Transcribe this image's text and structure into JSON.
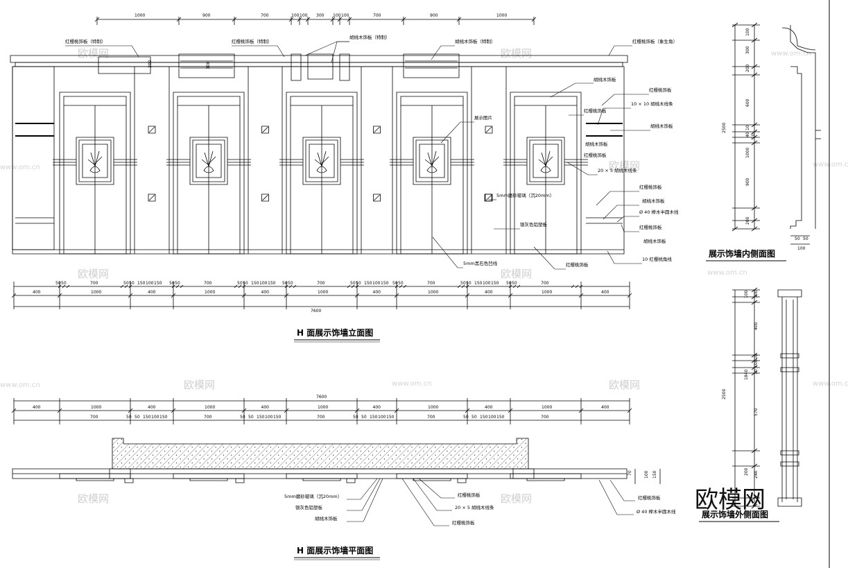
{
  "titles": {
    "elevation": "H 面展示饰墙立面图",
    "plan": "H 面展示饰墙平面图",
    "inner_side": "展示饰墙内侧面图",
    "outer_side": "展示饰墙外侧面图"
  },
  "elevation": {
    "top_dims": [
      "1000",
      "900",
      "700",
      "100",
      "100",
      "300",
      "100",
      "100",
      "700",
      "900",
      "1000"
    ],
    "cornice_dims": [
      "200",
      "300"
    ],
    "top_labels": {
      "left": "红樱桃饰板（特制）",
      "mid_left": "红樱桃饰板（特制）",
      "mid": "胡桃木饰板（特制）",
      "mid_right": "胡桃木饰板（特制）",
      "right": "红樱桃饰板（象生角）"
    },
    "right_labels": [
      "胡桃木饰板",
      "红樱桃饰板",
      "红樱桃饰板",
      "10 × 10 胡桃木线条",
      "胡桃木饰板",
      "胡桃木饰板",
      "红樱桃饰板",
      "20 × 5 胡桃木线条",
      "红樱桃饰板",
      "胡桃木饰板",
      "Ø 40 榉木半圆木线",
      "红樱桃饰板",
      "胡桃木饰板",
      "10 红樱桃角线"
    ],
    "inner_labels": {
      "picture": "展示图片",
      "glass": "5mm磨砂玻璃（沉20mm）",
      "panel": "银灰色铝塑板",
      "stone": "5mm黑石色凹线",
      "bottom": "红樱桃饰板"
    },
    "bottom_dims_row1": [
      "50",
      "50",
      "700",
      "50",
      "50",
      "150",
      "100",
      "150",
      "50",
      "50",
      "700",
      "50",
      "50",
      "150",
      "100",
      "150",
      "50",
      "50",
      "700",
      "50",
      "50",
      "150",
      "100",
      "150",
      "50",
      "50",
      "700",
      "50",
      "50",
      "150",
      "100",
      "150",
      "50",
      "50",
      "700"
    ],
    "bottom_dims_row2": [
      "400",
      "1000",
      "400",
      "1000",
      "400",
      "1000",
      "400",
      "1000",
      "400",
      "1000",
      "400"
    ],
    "total": "7600"
  },
  "plan": {
    "total": "7600",
    "dims_row1": [
      "400",
      "1000",
      "400",
      "1000",
      "400",
      "1000",
      "400",
      "1000",
      "400",
      "1000",
      "400"
    ],
    "dims_row2": [
      "700",
      "700",
      "700",
      "700",
      "700"
    ],
    "small_dims": [
      "50",
      "50",
      "150",
      "100",
      "150"
    ],
    "side_dims": [
      "70",
      "100",
      "150"
    ],
    "labels": {
      "glass": "5mm磨砂玻璃（沉20mm）",
      "panel": "银灰色铝塑板",
      "walnut": "胡桃木饰板",
      "cherry1": "红樱桃饰板",
      "strip": "20 × 5 胡桃木线条",
      "cherry2": "红樱桃饰板",
      "right_cherry": "红樱桃饰板",
      "round": "Ø 40 榉木半圆木线"
    }
  },
  "inner_side": {
    "height": "2500",
    "dims": [
      "100",
      "300",
      "200",
      "600",
      "10",
      "40",
      "10",
      "1000",
      "900",
      "200"
    ],
    "bottom_dims": [
      "50",
      "50",
      "100"
    ]
  },
  "outer_side": {
    "height": "2500",
    "dims": [
      "100",
      "100",
      "400",
      "10",
      "100",
      "10",
      "1840",
      "570",
      "200",
      "240"
    ]
  },
  "watermarks": {
    "brand": "欧模网",
    "url": "www.om.cn",
    "logo": "欧模网"
  }
}
